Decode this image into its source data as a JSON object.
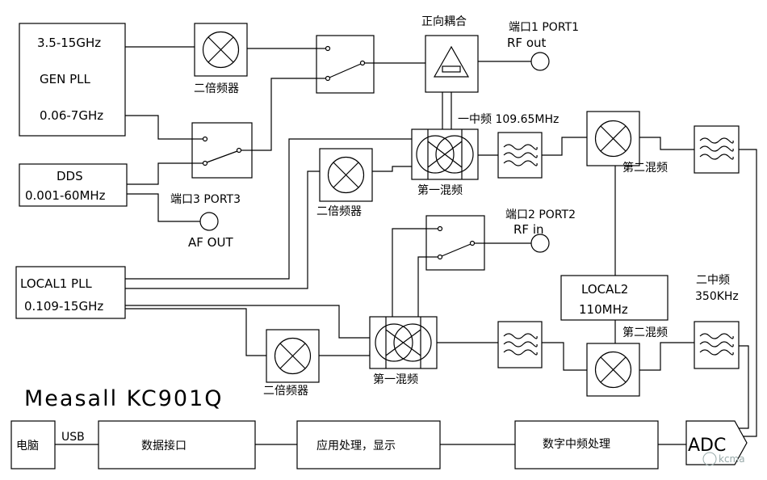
{
  "blocks": {
    "gen_pll": {
      "freq_high": "3.5-15GHz",
      "name": "GEN PLL",
      "freq_low": "0.06-7GHz"
    },
    "dds": {
      "name": "DDS",
      "freq": "0.001-60MHz"
    },
    "local1": {
      "name": "LOCAL1 PLL",
      "freq": "0.109-15GHz"
    },
    "local2": {
      "name": "LOCAL2",
      "freq": "110MHz"
    },
    "pc": {
      "label": "电脑"
    },
    "data_interface": {
      "label": "数据接口"
    },
    "app_processing": {
      "label": "应用处理，显示"
    },
    "digital_if": {
      "label": "数字中频处理"
    },
    "adc": {
      "label": "ADC"
    }
  },
  "labels": {
    "doubler": "二倍频器",
    "directional_coupler": "正向耦合",
    "port1_a": "端口1 PORT1",
    "port1_b": "RF out",
    "port2_a": "端口2 PORT2",
    "port2_b": "RF in",
    "port3_a": "端口3 PORT3",
    "port3_b": "AF OUT",
    "first_mixer": "第一混频",
    "second_mixer": "第二混频",
    "first_if": "一中频 109.65MHz",
    "second_if_a": "二中频",
    "second_if_b": "350KHz",
    "usb": "USB",
    "product": "Measall KC901Q",
    "watermark": "kcma"
  }
}
